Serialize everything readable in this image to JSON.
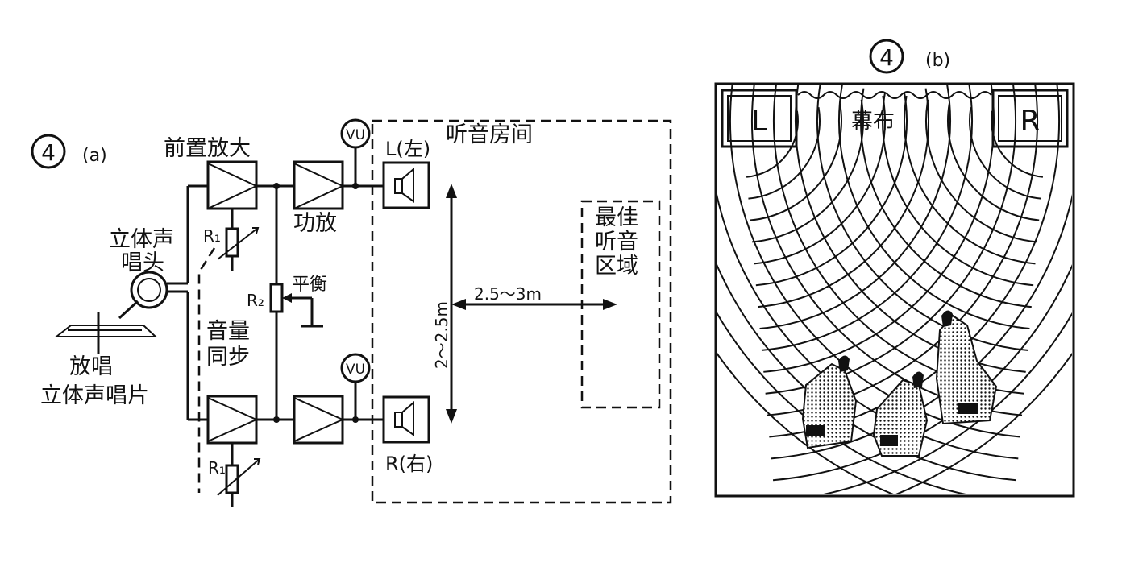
{
  "figure_a": {
    "marker": "4",
    "label": "(a)",
    "preamp": "前置放大",
    "power_amp": "功放",
    "stereo_cartridge": [
      "立体声",
      "唱头"
    ],
    "turntable": [
      "放唱",
      "立体声唱片"
    ],
    "r1": "R₁",
    "r2": "R₂",
    "balance": "平衡",
    "gang_sync": [
      "音量",
      "同步"
    ],
    "vu": "VU",
    "left_speaker": "L(左)",
    "right_speaker": "R(右)",
    "listening_room": "听音房间",
    "best_zone": [
      "最佳",
      "听音",
      "区域"
    ],
    "distance_horizontal": "2.5～3m",
    "distance_vertical": "2～2.5m"
  },
  "figure_b": {
    "marker": "4",
    "label": "(b)",
    "left": "L",
    "right": "R",
    "curtain": "幕布"
  }
}
